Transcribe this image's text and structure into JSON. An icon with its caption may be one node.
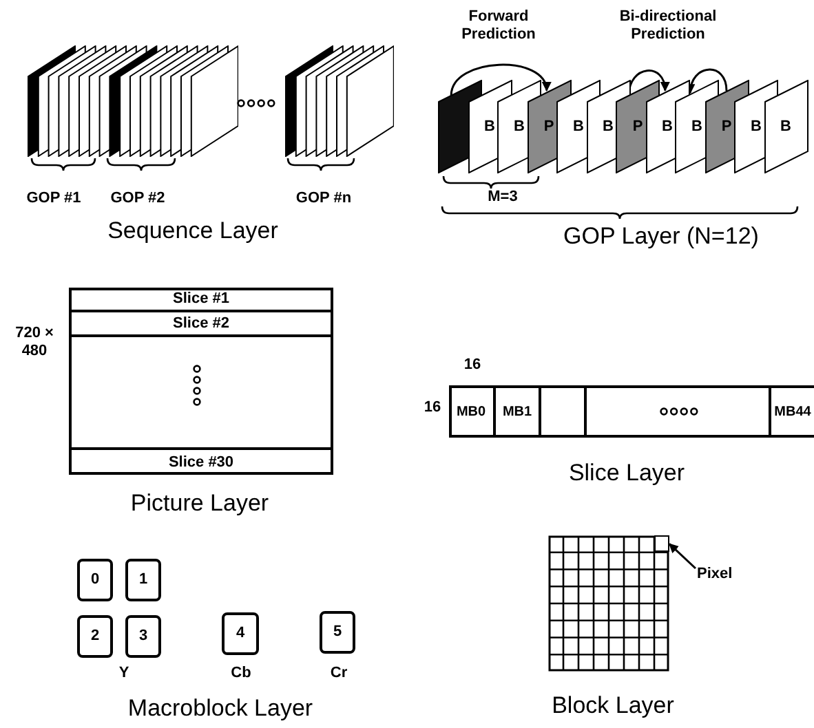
{
  "diagram": {
    "nodes": [
      {
        "text": [],
        "shape": "box"
      },
      {
        "text": [
          "B"
        ]
      },
      {
        "text": [
          "B"
        ]
      },
      {
        "text": [
          "P"
        ]
      },
      {
        "text": [
          "B"
        ]
      },
      {
        "text": [
          "B"
        ]
      },
      {
        "text": [
          "P"
        ]
      },
      {
        "text": [
          "B"
        ]
      },
      {
        "text": [
          "B"
        ]
      },
      {
        "text": [
          "P"
        ]
      },
      {
        "text": [
          "B"
        ]
      },
      {
        "text": [
          "B"
        ]
      },
      {
        "text": [],
        "shape": "box"
      },
      {
        "text": [
          "Slice #1"
        ],
        "in": 12
      },
      {
        "text": [
          "Slice #2"
        ],
        "in": 12
      },
      {
        "text": [
          "Slice #30"
        ],
        "in": 12
      },
      {
        "text": [],
        "shape": "box"
      },
      {
        "text": [
          "MB0"
        ],
        "in": 16
      },
      {
        "text": [
          "MB1"
        ],
        "in": 16
      },
      {
        "text": [],
        "shape": "box",
        "in": 16
      },
      {
        "text": [],
        "shape": "box",
        "in": 16
      },
      {
        "text": [
          "MB44"
        ],
        "in": 16
      },
      {
        "text": [
          "0"
        ]
      },
      {
        "text": [
          "1"
        ]
      },
      {
        "text": [
          "2"
        ]
      },
      {
        "text": [
          "3"
        ]
      },
      {
        "text": [
          "4"
        ]
      },
      {
        "text": [
          "5"
        ]
      },
      {
        "text": [],
        "shape": "box"
      },
      {
        "text": [],
        "shape": "box",
        "in": 28
      },
      {
        "text": [
          "Pixel"
        ]
      }
    ],
    "edges": [
      {
        "from": 0,
        "to": 3,
        "arrow": "to"
      },
      {
        "from": 6,
        "to": 7,
        "arrow": "to"
      },
      {
        "from": 9,
        "to": 8,
        "arrow": "to"
      },
      {
        "from": 30,
        "to": 29,
        "arrow": "to"
      }
    ],
    "labels": [
      "Forward Prediction",
      "Bi-directional Prediction",
      "GOP #1",
      "GOP #2",
      "GOP #n",
      "M=3",
      "Sequence Layer",
      "GOP Layer (N=12)",
      "720 × 480",
      "16",
      "16",
      "Picture Layer",
      "Slice Layer",
      "Y",
      "Cb",
      "Cr",
      "Macroblock Layer",
      "Block Layer"
    ]
  }
}
